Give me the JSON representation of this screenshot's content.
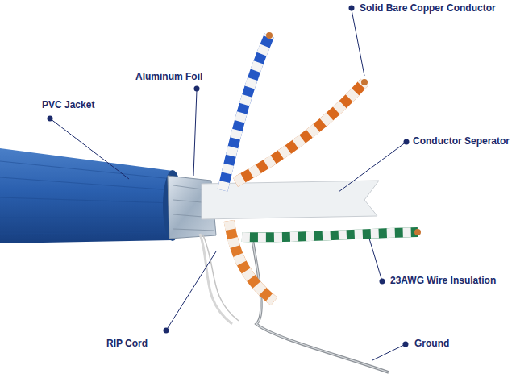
{
  "diagram": {
    "labels": [
      "Solid Bare Copper Conductor",
      "Aluminum Foil",
      "PVC Jacket",
      "Conductor Seperator",
      "23AWG Wire Insulation",
      "RIP Cord",
      "Ground"
    ]
  }
}
